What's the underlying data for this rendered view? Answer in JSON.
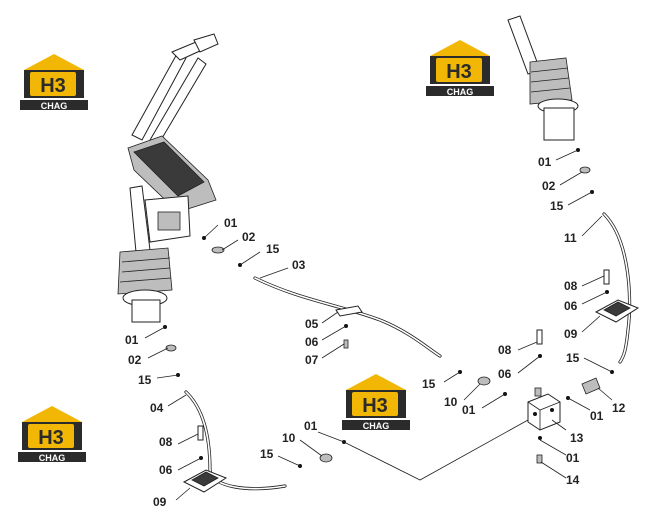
{
  "brand": {
    "mark": "H3",
    "name": "CHAG",
    "colors": {
      "yellow": "#F2B705",
      "dark": "#2b2b2b",
      "roof": "#F2B705",
      "text": "#ffffff"
    }
  },
  "labels": {
    "l01a": "01",
    "l02a": "02",
    "l15a": "15",
    "l03": "03",
    "l05": "05",
    "l06a": "06",
    "l07": "07",
    "l01b": "01",
    "l02b": "02",
    "l15b": "15",
    "l04": "04",
    "l08a": "08",
    "l06b": "06",
    "l09a": "09",
    "l01c": "01",
    "l10a": "10",
    "l15c": "15",
    "l15d": "15",
    "l10b": "10",
    "l01d": "01",
    "l08b": "08",
    "l06c": "06",
    "l13": "13",
    "l01e": "01",
    "l14": "14",
    "l01f": "01",
    "l12": "12",
    "l01g": "01",
    "l02c": "02",
    "l15e": "15",
    "l11": "11",
    "l08c": "08",
    "l06d": "06",
    "l09b": "09",
    "l15f": "15"
  }
}
